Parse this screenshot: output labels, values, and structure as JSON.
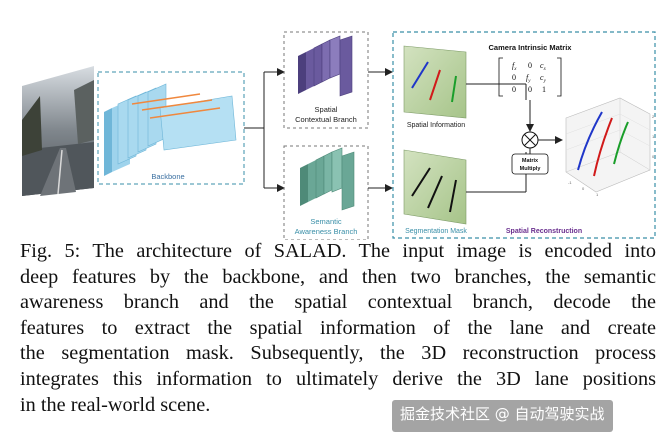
{
  "figure": {
    "backbone_label": "Backbone",
    "spatial_branch_label": [
      "Spatial",
      "Contextual Branch"
    ],
    "semantic_branch_label": [
      "Semantic",
      "Awareness Branch"
    ],
    "spatial_information_label": "Spatial Information",
    "segmentation_mask_label": "Segmentation Mask",
    "camera_matrix_title": "Camera Intrinsic Matrix",
    "matrix_rows": [
      [
        "f",
        "0",
        "c"
      ],
      [
        "0",
        "f",
        "c"
      ],
      [
        "0",
        "0",
        "1"
      ]
    ],
    "matrix_subscripts": [
      [
        "x",
        "",
        "x"
      ],
      [
        "",
        "y",
        "y"
      ],
      [
        "",
        "",
        ""
      ]
    ],
    "matrix_multiply_label": [
      "Matrix",
      "Multiply"
    ],
    "spatial_reconstruction_label": "Spatial Reconstruction",
    "colors": {
      "backbone": "#9ed3ec",
      "backbone_side": "#6fb6d8",
      "spatial_branch": "#6a5a9e",
      "semantic_branch": "#6aa796",
      "dashed_box": "#3a8fa8",
      "panel_green": "#b9d0a0",
      "reconstruction_text": "#6a2f8f"
    }
  },
  "caption_lines": [
    "Fig. 5: The architecture of SALAD. The input image is encoded into",
    "deep features by the backbone, and then two branches, the semantic",
    "awareness branch and the spatial contextual branch, decode the",
    "features to extract the spatial information of the lane and create",
    "the segmentation mask. Subsequently, the 3D reconstruction process",
    "integrates this information to ultimately derive the 3D lane positions",
    "in the real-world scene."
  ],
  "watermark": "掘金技术社区 @ 自动驾驶实战"
}
